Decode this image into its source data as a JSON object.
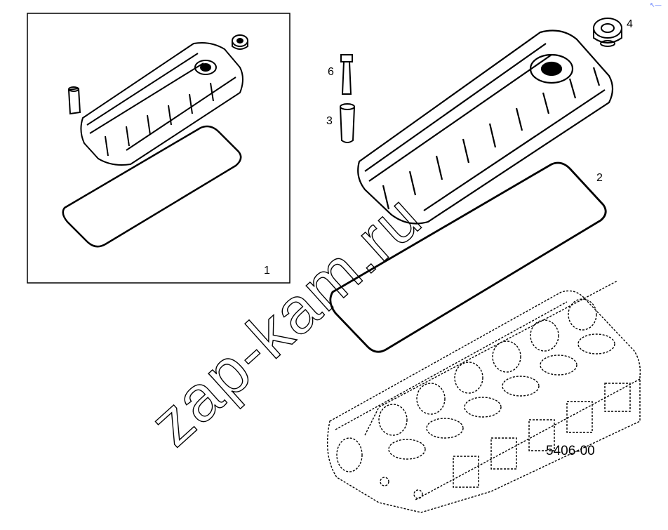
{
  "callouts": {
    "c1": "1",
    "c2": "2",
    "c3": "3",
    "c4": "4",
    "c6": "6"
  },
  "drawing_code": "5406-00",
  "watermark": "zap-kam.ru",
  "corner_mark": "↖—"
}
